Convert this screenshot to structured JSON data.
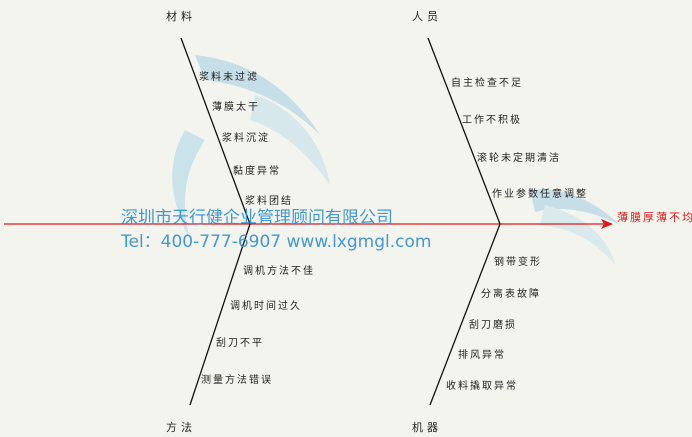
{
  "categories": {
    "material": "材料",
    "people": "人员",
    "method": "方法",
    "machine": "机器"
  },
  "effect": "薄膜厚薄不均",
  "causes": {
    "material": [
      "浆料未过滤",
      "薄膜太干",
      "浆料沉淀",
      "黏度异常",
      "浆料团结"
    ],
    "people": [
      "自主检查不足",
      "工作不积极",
      "滚轮未定期清洁",
      "作业参数任意调整"
    ],
    "method": [
      "调机方法不佳",
      "调机时间过久",
      "刮刀不平",
      "测量方法错误"
    ],
    "machine": [
      "钢带变形",
      "分离表故障",
      "刮刀磨损",
      "排风异常",
      "收料撬取异常"
    ]
  },
  "watermark": {
    "company": "深圳市天行健企业管理顾问有限公司",
    "contact": "Tel：400-777-6907 www.lxgmgl.com"
  },
  "colors": {
    "background": "#f4f4ee",
    "arrow": "#e0181c",
    "bones": "#111111",
    "watermark": "#2f8fd6"
  }
}
